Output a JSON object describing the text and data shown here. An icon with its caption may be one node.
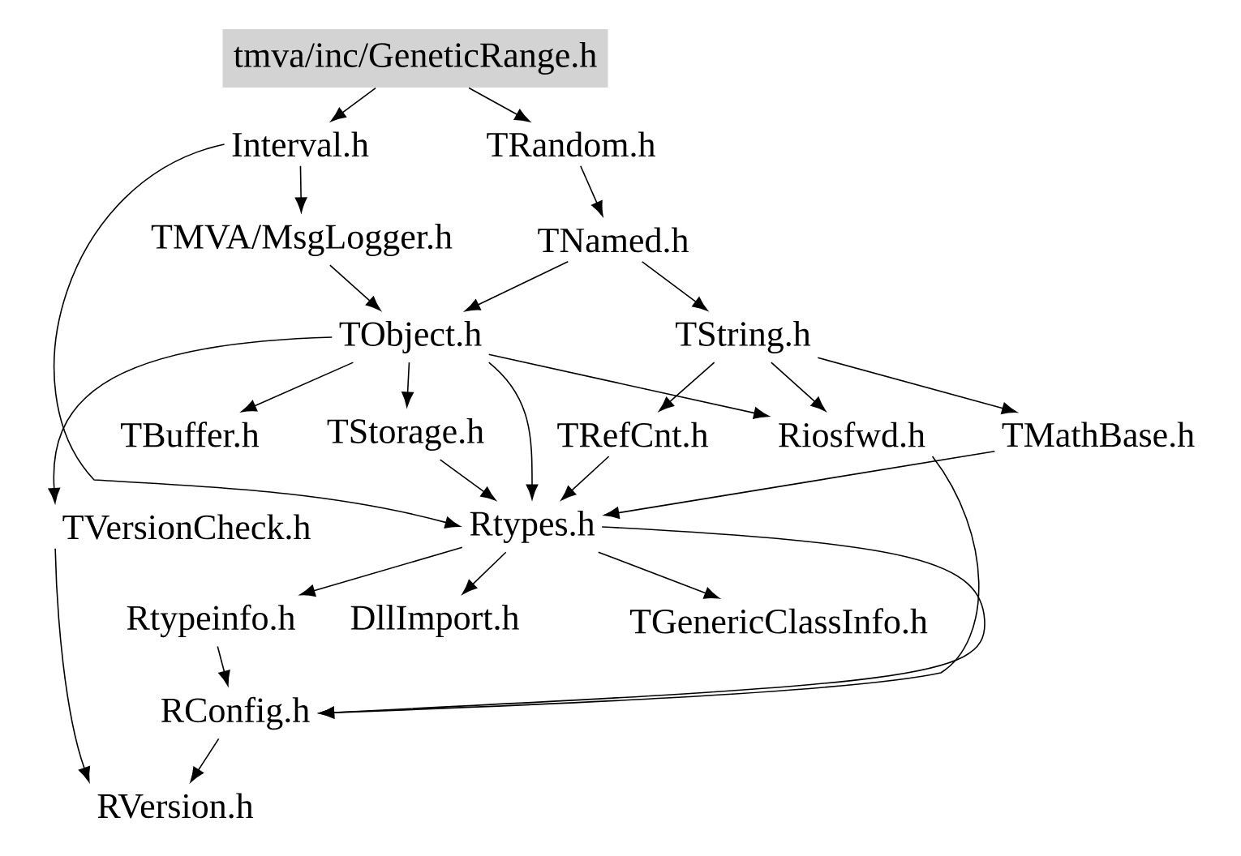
{
  "diagram": {
    "nodes": [
      {
        "text": [
          "tmva/inc/GeneticRange.h"
        ]
      },
      {
        "text": [
          "Interval.h"
        ]
      },
      {
        "text": [
          "TRandom.h"
        ]
      },
      {
        "text": [
          "TMVA/MsgLogger.h"
        ]
      },
      {
        "text": [
          "TNamed.h"
        ]
      },
      {
        "text": [
          "TObject.h"
        ]
      },
      {
        "text": [
          "TString.h"
        ]
      },
      {
        "text": [
          "TBuffer.h"
        ]
      },
      {
        "text": [
          "TStorage.h"
        ]
      },
      {
        "text": [
          "TRefCnt.h"
        ]
      },
      {
        "text": [
          "Riosfwd.h"
        ]
      },
      {
        "text": [
          "TMathBase.h"
        ]
      },
      {
        "text": [
          "TVersionCheck.h"
        ]
      },
      {
        "text": [
          "Rtypes.h"
        ]
      },
      {
        "text": [
          "Rtypeinfo.h"
        ]
      },
      {
        "text": [
          "DllImport.h"
        ]
      },
      {
        "text": [
          "TGenericClassInfo.h"
        ]
      },
      {
        "text": [
          "RConfig.h"
        ]
      },
      {
        "text": [
          "RVersion.h"
        ]
      }
    ],
    "edges": [
      {
        "from": 0,
        "to": 1,
        "arrow": "to"
      },
      {
        "from": 0,
        "to": 2,
        "arrow": "to"
      },
      {
        "from": 1,
        "to": 3,
        "arrow": "to"
      },
      {
        "from": 1,
        "to": 13,
        "arrow": "to"
      },
      {
        "from": 2,
        "to": 4,
        "arrow": "to"
      },
      {
        "from": 3,
        "to": 5,
        "arrow": "to"
      },
      {
        "from": 4,
        "to": 5,
        "arrow": "to"
      },
      {
        "from": 4,
        "to": 6,
        "arrow": "to"
      },
      {
        "from": 5,
        "to": 7,
        "arrow": "to"
      },
      {
        "from": 5,
        "to": 8,
        "arrow": "to"
      },
      {
        "from": 5,
        "to": 13,
        "arrow": "to"
      },
      {
        "from": 5,
        "to": 12,
        "arrow": "to"
      },
      {
        "from": 5,
        "to": 10,
        "arrow": "to"
      },
      {
        "from": 6,
        "to": 9,
        "arrow": "to"
      },
      {
        "from": 6,
        "to": 10,
        "arrow": "to"
      },
      {
        "from": 6,
        "to": 11,
        "arrow": "to"
      },
      {
        "from": 8,
        "to": 13,
        "arrow": "to"
      },
      {
        "from": 9,
        "to": 13,
        "arrow": "to"
      },
      {
        "from": 11,
        "to": 13,
        "arrow": "to"
      },
      {
        "from": 12,
        "to": 18,
        "arrow": "to"
      },
      {
        "from": 13,
        "to": 14,
        "arrow": "to"
      },
      {
        "from": 13,
        "to": 15,
        "arrow": "to"
      },
      {
        "from": 13,
        "to": 16,
        "arrow": "to"
      },
      {
        "from": 13,
        "to": 17,
        "arrow": "to"
      },
      {
        "from": 10,
        "to": 17,
        "arrow": "to"
      },
      {
        "from": 14,
        "to": 17,
        "arrow": "to"
      },
      {
        "from": 17,
        "to": 18,
        "arrow": "to"
      }
    ]
  }
}
